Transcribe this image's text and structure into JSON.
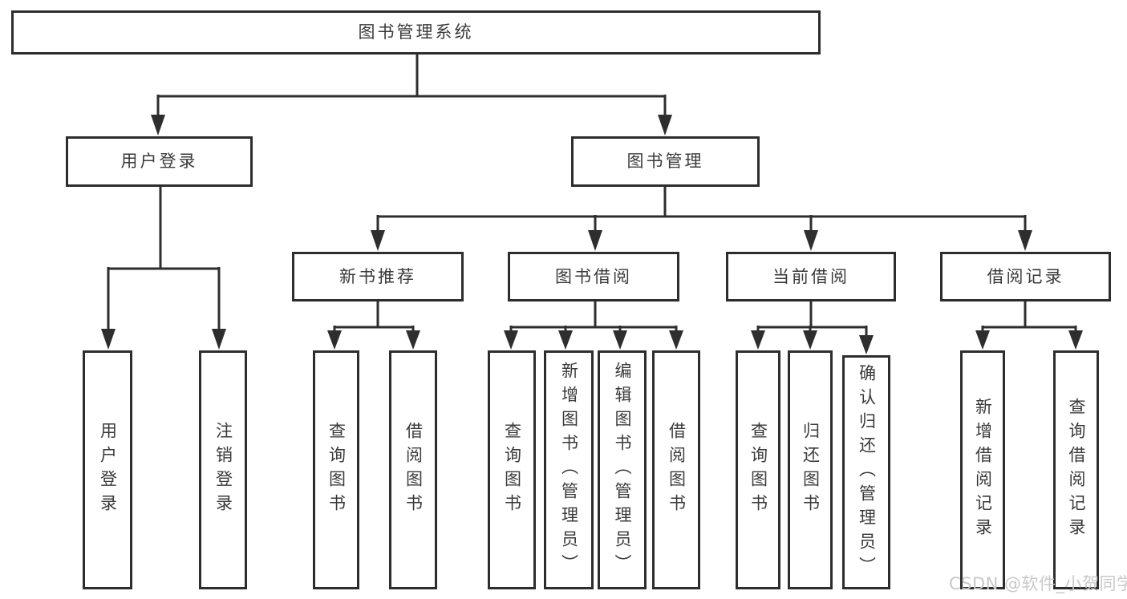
{
  "diagram": {
    "title": "图书管理系统",
    "root": {
      "label": "图书管理系统"
    },
    "level2": [
      {
        "label": "用户登录"
      },
      {
        "label": "图书管理"
      }
    ],
    "level3": [
      {
        "label": "新书推荐"
      },
      {
        "label": "图书借阅"
      },
      {
        "label": "当前借阅"
      },
      {
        "label": "借阅记录"
      }
    ],
    "leaves": [
      {
        "label": "用户登录"
      },
      {
        "label": "注销登录"
      },
      {
        "label": "查询图书"
      },
      {
        "label": "借阅图书"
      },
      {
        "label": "查询图书"
      },
      {
        "label": "新增图书（管理员）"
      },
      {
        "label": "编辑图书（管理员）"
      },
      {
        "label": "借阅图书"
      },
      {
        "label": "查询图书"
      },
      {
        "label": "归还图书"
      },
      {
        "label": "确认归还（管理员）"
      },
      {
        "label": "新增借阅记录"
      },
      {
        "label": "查询借阅记录"
      }
    ]
  },
  "watermark": {
    "text": "CSDN @软件_小贺同学"
  },
  "colors": {
    "line": "#2e2e2e",
    "border": "#2d2d2d",
    "text": "#3a3a3a",
    "watermark": "#c9c9c9",
    "background": "#ffffff"
  }
}
